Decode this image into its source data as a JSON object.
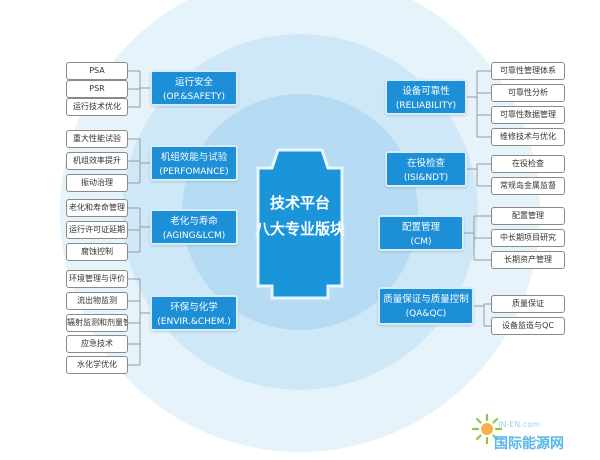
{
  "center": {
    "line1": "技术平台",
    "line2": "八大专业版块"
  },
  "modules": [
    {
      "zh": "运行安全",
      "en": "(OP.&SAFETY)",
      "side": "left",
      "items": [
        "PSA",
        "PSR",
        "运行技术优化"
      ]
    },
    {
      "zh": "机组效能与试验",
      "en": "(PERFOMANCE)",
      "side": "left",
      "items": [
        "重大性能试验",
        "机组效率提升",
        "振动治理"
      ]
    },
    {
      "zh": "老化与寿命",
      "en": "(AGING&LCM)",
      "side": "left",
      "items": [
        "老化和寿命管理",
        "运行许可证延期",
        "腐蚀控制"
      ]
    },
    {
      "zh": "环保与化学",
      "en": "(ENVIR.&CHEM.)",
      "side": "left",
      "items": [
        "环境管理与评价",
        "流出物监测",
        "辐射监测和剂量管理",
        "应急技术",
        "水化学优化"
      ]
    },
    {
      "zh": "设备可靠性",
      "en": "(RELIABILITY)",
      "side": "right",
      "items": [
        "可靠性管理体系",
        "可靠性分析",
        "可靠性数据管理",
        "维修技术与优化"
      ]
    },
    {
      "zh": "在役检查",
      "en": "(ISI&NDT)",
      "side": "right",
      "items": [
        "在役检查",
        "常规岛金属监督"
      ]
    },
    {
      "zh": "配置管理",
      "en": "(CM)",
      "side": "right",
      "items": [
        "配置管理",
        "中长期项目研究",
        "长期资产管理"
      ]
    },
    {
      "zh": "质量保证与质量控制",
      "en": "(QA&QC)",
      "side": "right",
      "items": [
        "质量保证",
        "设备监造与QC"
      ]
    }
  ],
  "watermark": {
    "sub": "IN-EN.com",
    "name": "国际能源网"
  },
  "colors": {
    "module_fill": "#1d8fd6",
    "center_fill": "#1b95d9",
    "ring_outer": "#e6f3fb",
    "ring_mid": "#cfe8f7",
    "ring_inner": "#b5dcf3",
    "connector": "#9a9a9a"
  }
}
